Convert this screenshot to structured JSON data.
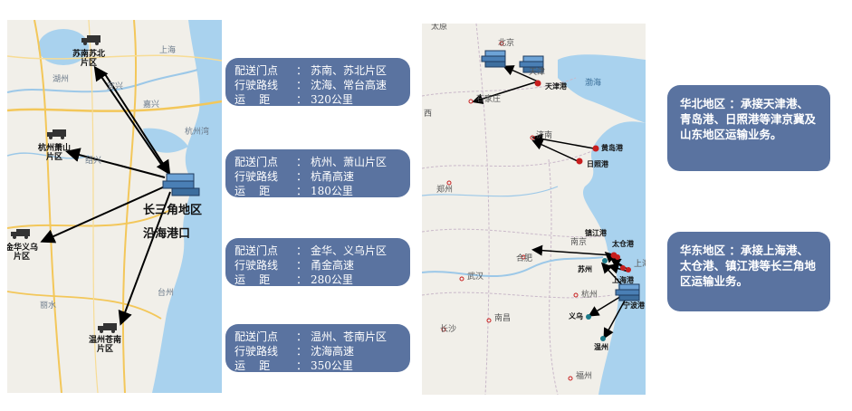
{
  "left_map": {
    "hub_label_1": "长三角地区",
    "hub_label_2": "沿海港口",
    "districts": [
      {
        "name": "苏南苏北\n片区"
      },
      {
        "name": "杭州萧山\n片区"
      },
      {
        "name": "金华义乌\n片区"
      },
      {
        "name": "温州苍南\n片区"
      }
    ],
    "place_names": [
      "上海",
      "杭州湾",
      "湖州",
      "绍兴",
      "台州",
      "丽水",
      "宜兴",
      "嘉兴"
    ]
  },
  "routes": [
    {
      "label_point": "配送门点",
      "point": "苏南、苏北片区",
      "label_road": "行驶路线",
      "road": "沈海、常台高速",
      "label_dist": "运    距",
      "dist": "320公里"
    },
    {
      "label_point": "配送门点",
      "point": "杭州、萧山片区",
      "label_road": "行驶路线",
      "road": "杭甬高速",
      "label_dist": "运    距",
      "dist": "180公里"
    },
    {
      "label_point": "配送门点",
      "point": "金华、义乌片区",
      "label_road": "行驶路线",
      "road": "甬金高速",
      "label_dist": "运    距",
      "dist": "280公里"
    },
    {
      "label_point": "配送门点",
      "point": "温州、苍南片区",
      "label_road": "行驶路线",
      "road": "沈海高速",
      "label_dist": "运    距",
      "dist": "350公里"
    }
  ],
  "colon": "：",
  "right_map": {
    "cities": [
      "北京",
      "天津",
      "石家庄",
      "济南",
      "郑州",
      "南京",
      "合肥",
      "武汉",
      "南昌",
      "长沙",
      "杭州",
      "福州",
      "上海",
      "渤海",
      "太原",
      "西"
    ],
    "ports": [
      "天津港",
      "黄岛港",
      "日照港",
      "镇江港",
      "太仓港",
      "苏州",
      "上海港",
      "宁波港",
      "义乌",
      "温州"
    ]
  },
  "regions": [
    {
      "text": "华北地区 ：承接天津港、青岛港、日照港等津京冀及山东地区运输业务。"
    },
    {
      "text": "华东地区 ：承接上海港、太仓港、镇江港等长三角地区运输业务。"
    }
  ],
  "colors": {
    "box": "#5a73a0",
    "land": "#f1efe9",
    "sea": "#a9d2ee",
    "port_red": "#c81e1e",
    "port_teal": "#1d7b8a"
  }
}
